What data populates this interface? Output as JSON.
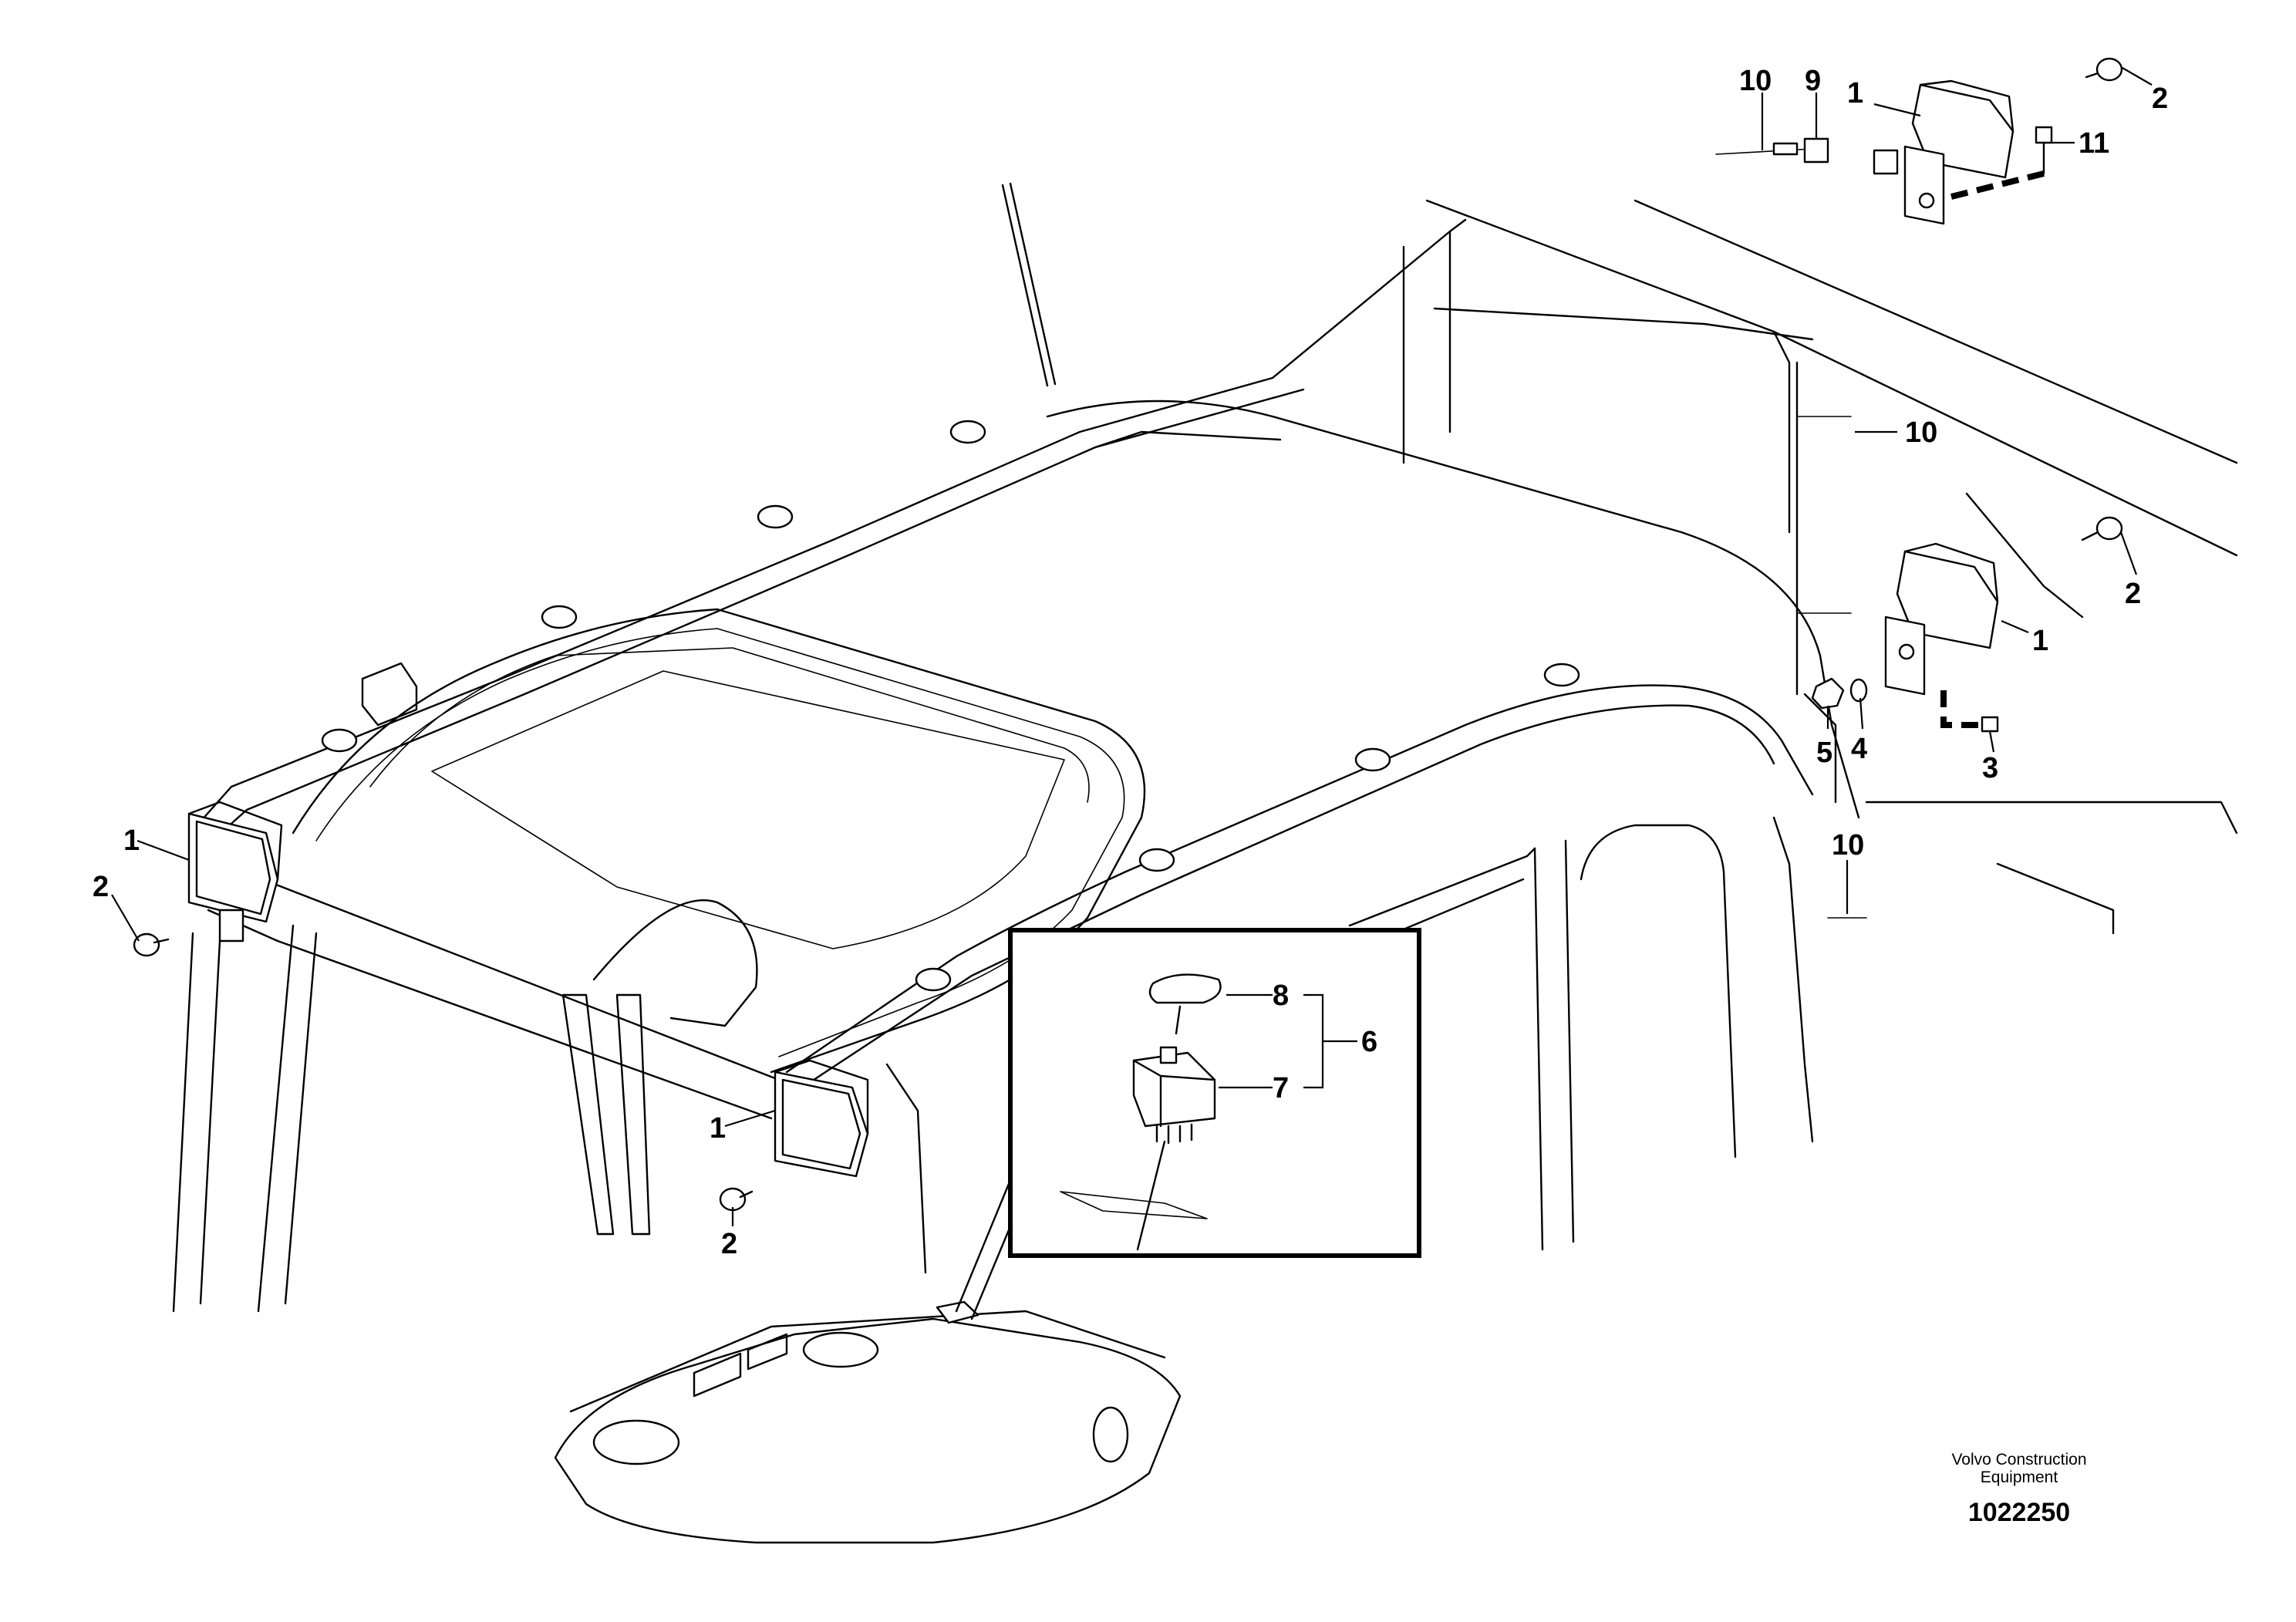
{
  "callouts": {
    "c1_top_right": "1",
    "c2_top_right": "2",
    "c9": "9",
    "c10_top": "10",
    "c11": "11",
    "c10_mid": "10",
    "c2_mid_right": "2",
    "c1_mid_right": "1",
    "c5": "5",
    "c4": "4",
    "c3": "3",
    "c10_lower": "10",
    "c1_left": "1",
    "c2_left": "2",
    "c1_center": "1",
    "c2_center": "2",
    "c8": "8",
    "c7": "7",
    "c6": "6"
  },
  "footer": {
    "brand_line1": "Volvo Construction",
    "brand_line2": "Equipment",
    "doc_number": "1022250"
  }
}
